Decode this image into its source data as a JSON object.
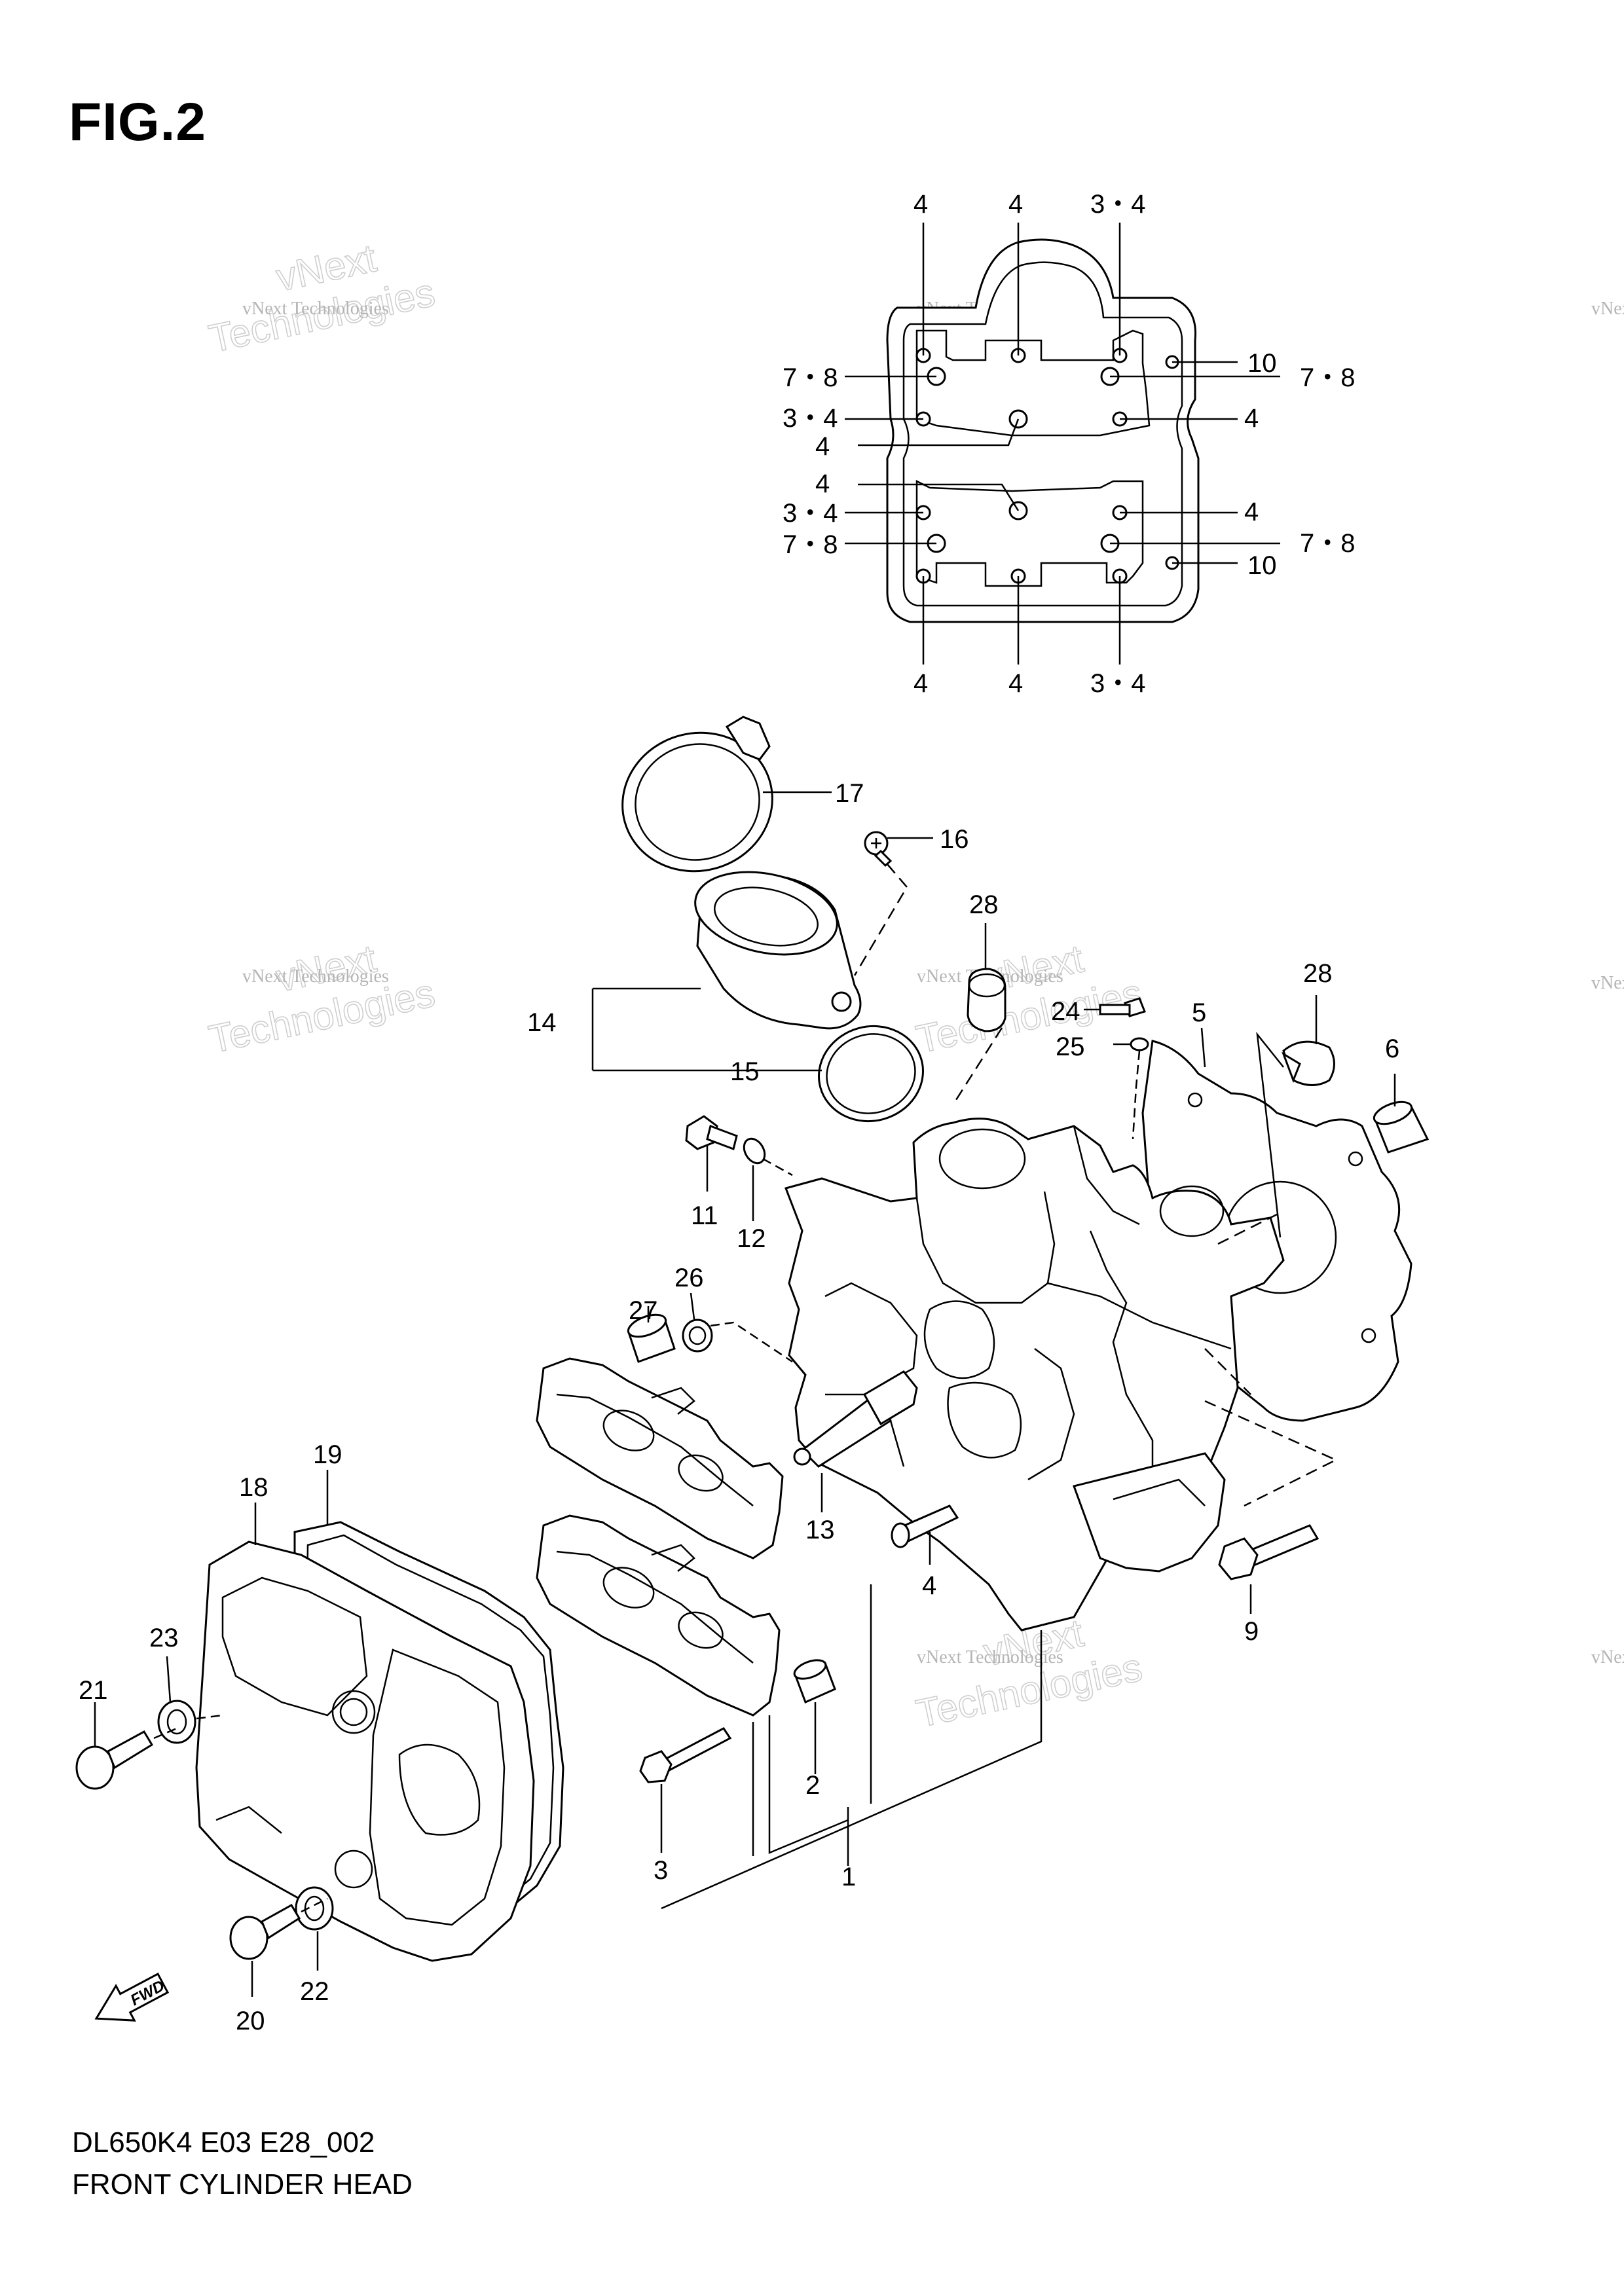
{
  "figure": {
    "title": "FIG.2",
    "model_code": "DL650K4 E03 E28_002",
    "assembly_name": "FRONT CYLINDER HEAD"
  },
  "watermark": {
    "line1": "vNext Technologies",
    "line2": "vNext",
    "line3": "Technologies"
  },
  "fwd_label": "FWD",
  "callouts": {
    "gasket_top": [
      "4",
      "4",
      "3・4"
    ],
    "gasket_left": [
      "7・8",
      "3・4",
      "4",
      "4",
      "3・4",
      "7・8"
    ],
    "gasket_right": [
      "10",
      "7・8",
      "4",
      "4",
      "7・8",
      "10"
    ],
    "gasket_bottom": [
      "4",
      "4",
      "3・4"
    ],
    "parts": {
      "p1": "1",
      "p2": "2",
      "p3": "3",
      "p4": "4",
      "p5": "5",
      "p6": "6",
      "p9": "9",
      "p11": "11",
      "p12": "12",
      "p13": "13",
      "p14": "14",
      "p15": "15",
      "p16": "16",
      "p17": "17",
      "p18": "18",
      "p19": "19",
      "p20": "20",
      "p21": "21",
      "p22": "22",
      "p23": "23",
      "p24": "24",
      "p25": "25",
      "p26": "26",
      "p27": "27",
      "p28a": "28",
      "p28b": "28"
    }
  }
}
